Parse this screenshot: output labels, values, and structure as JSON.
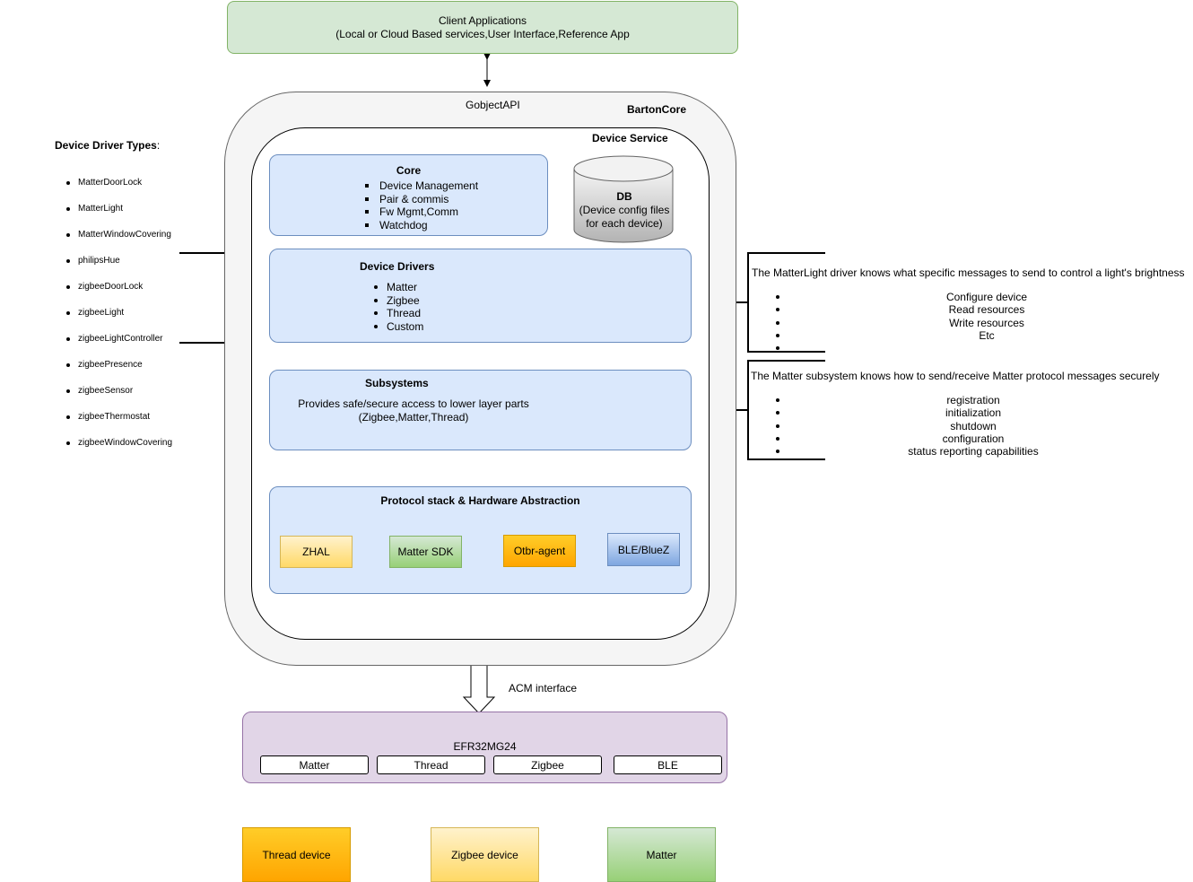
{
  "client": {
    "title": "Client Applications",
    "subtitle": "(Local or Cloud Based services,User Interface,Reference App"
  },
  "gobject_api": "GobjectAPI",
  "barton_core": "BartonCore",
  "device_service": "Device Service",
  "core": {
    "title": "Core",
    "items": [
      "Device Management",
      "Pair & commis",
      "Fw Mgmt,Comm",
      "Watchdog"
    ]
  },
  "db": {
    "title": "DB",
    "line1": "(Device config files",
    "line2": "for each device)"
  },
  "device_drivers": {
    "title": "Device Drivers",
    "items": [
      "Matter",
      "Zigbee",
      "Thread",
      "Custom"
    ]
  },
  "subsystems": {
    "title": "Subsystems",
    "line1": "Provides safe/secure access to lower layer parts",
    "line2": "(Zigbee,Matter,Thread)"
  },
  "protocol_stack": {
    "title": "Protocol stack & Hardware Abstraction",
    "components": [
      "ZHAL",
      "Matter SDK",
      "Otbr-agent",
      "BLE/BlueZ"
    ]
  },
  "acm_interface": "ACM interface",
  "efr": {
    "title": "EFR32MG24",
    "protocols": [
      "Matter",
      "Thread",
      "Zigbee",
      "BLE"
    ]
  },
  "devices": [
    "Thread device",
    "Zigbee device",
    "Matter"
  ],
  "driver_types": {
    "title": "Device Driver Types",
    "title_suffix": ":",
    "items": [
      "MatterDoorLock",
      "MatterLight",
      "MatterWindowCovering",
      "philipsHue",
      "zigbeeDoorLock",
      "zigbeeLight",
      "zigbeeLightController",
      "zigbeePresence",
      "zigbeeSensor",
      "zigbeeThermostat",
      "zigbeeWindowCovering"
    ]
  },
  "matterlight_note": {
    "text": "The MatterLight driver knows what specific messages to send to control a light's brightness",
    "items": [
      "Configure device",
      "Read resources",
      "Write resources",
      "Etc",
      ""
    ]
  },
  "matter_subsystem_note": {
    "text": "The Matter subsystem knows how to send/receive Matter protocol messages securely",
    "items": [
      "registration",
      "initialization",
      "shutdown",
      "configuration",
      "status reporting capabilities"
    ]
  },
  "colors": {
    "green_fill": "#d5e8d4",
    "green_stroke": "#82b366",
    "blue_fill": "#dae8fc",
    "blue_stroke": "#6c8ebf",
    "purple_fill": "#e1d5e7",
    "purple_stroke": "#9673a6",
    "orange": "#ffa500",
    "yellow": "#fff2cc"
  }
}
